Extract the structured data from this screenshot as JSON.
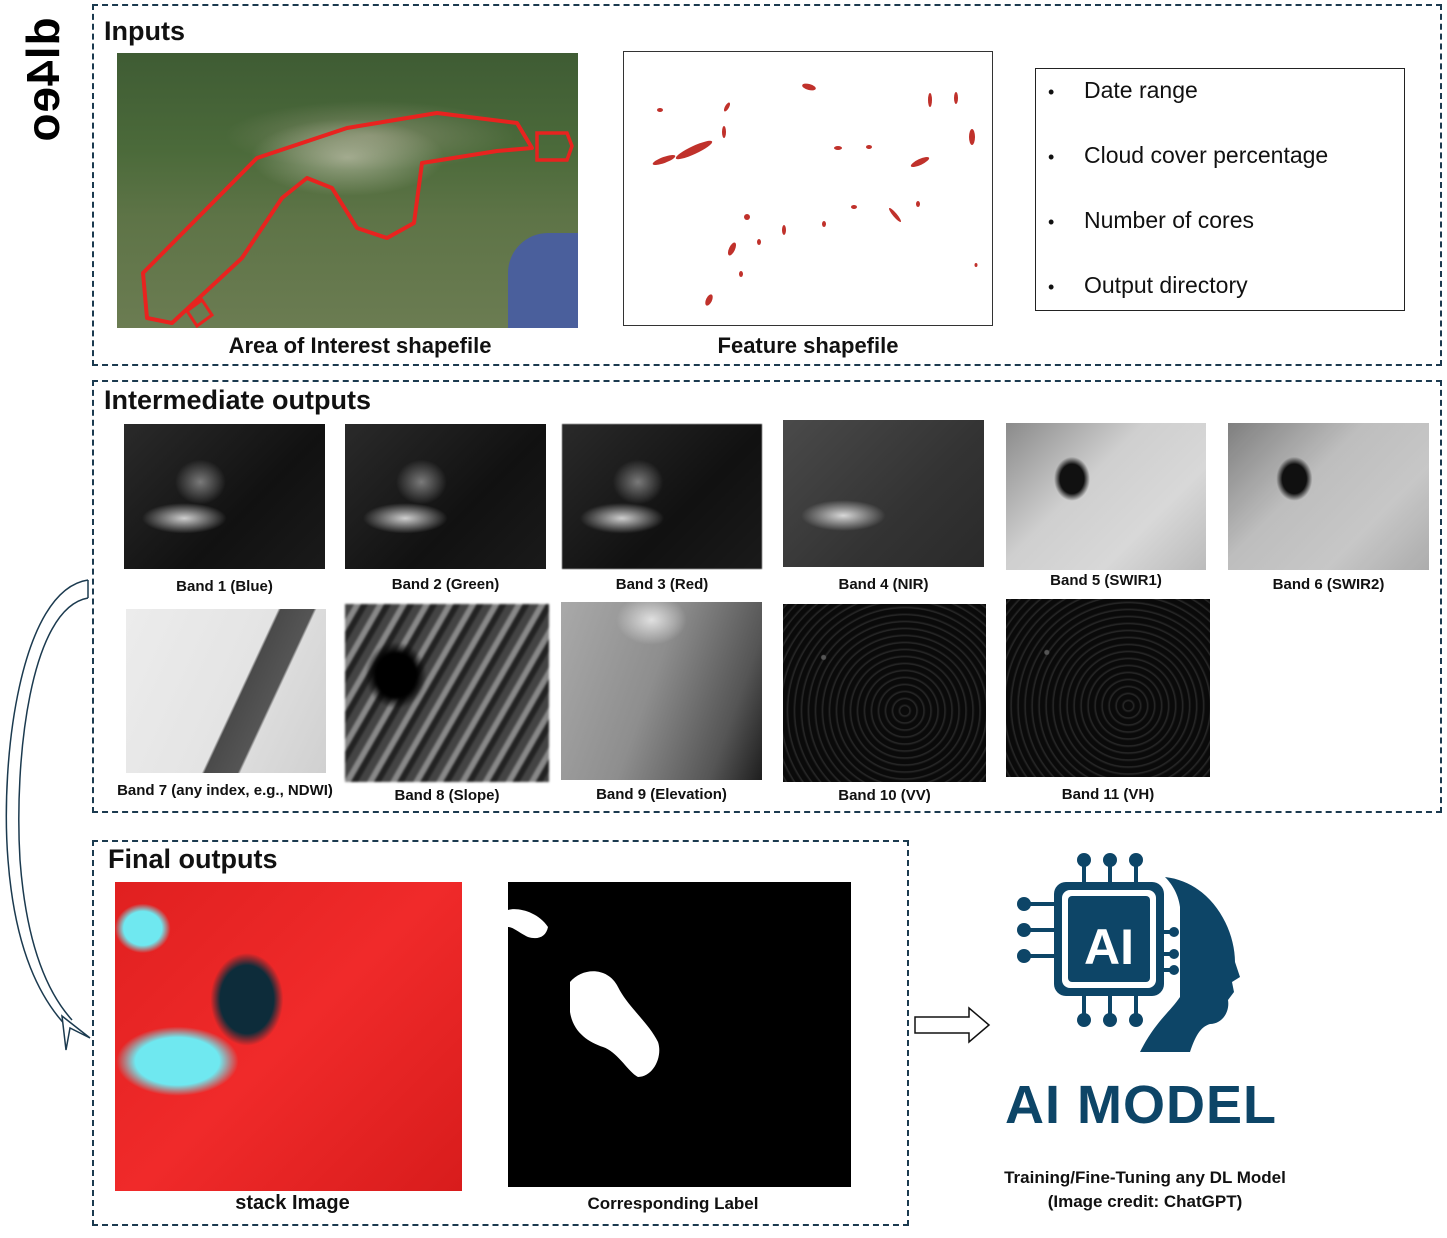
{
  "brand": {
    "title": "dl4eo"
  },
  "inputs": {
    "title": "Inputs",
    "aoi_caption": "Area of Interest shapefile",
    "feature_caption": "Feature shapefile",
    "parameters": [
      {
        "bullet": "•",
        "label": "Date range"
      },
      {
        "bullet": "•",
        "label": "Cloud cover percentage"
      },
      {
        "bullet": "•",
        "label": "Number of cores"
      },
      {
        "bullet": "•",
        "label": "Output directory"
      }
    ]
  },
  "intermediate": {
    "title": "Intermediate outputs",
    "bands": [
      {
        "label": "Band 1 (Blue)"
      },
      {
        "label": "Band 2 (Green)"
      },
      {
        "label": "Band 3 (Red)"
      },
      {
        "label": "Band 4 (NIR)"
      },
      {
        "label": "Band 5 (SWIR1)"
      },
      {
        "label": "Band 6 (SWIR2)"
      },
      {
        "label": "Band 7 (any index, e.g., NDWI)"
      },
      {
        "label": "Band 8 (Slope)"
      },
      {
        "label": "Band 9 (Elevation)"
      },
      {
        "label": "Band 10 (VV)"
      },
      {
        "label": "Band 11 (VH)"
      }
    ]
  },
  "final": {
    "title": "Final outputs",
    "stack_caption": "stack Image",
    "label_caption": "Corresponding Label"
  },
  "ai_model": {
    "chip_text": "AI",
    "title": "AI MODEL",
    "caption_line1": "Training/Fine-Tuning any DL Model",
    "caption_line2": "(Image credit: ChatGPT)"
  },
  "colors": {
    "panel_border": "#1b3a4f",
    "aoi_outline": "#e8231f",
    "feature_polygons": "#c0312b",
    "ai_brand": "#0d4567",
    "stack_red": "#e02020",
    "stack_cyan": "#6fe8f0"
  }
}
